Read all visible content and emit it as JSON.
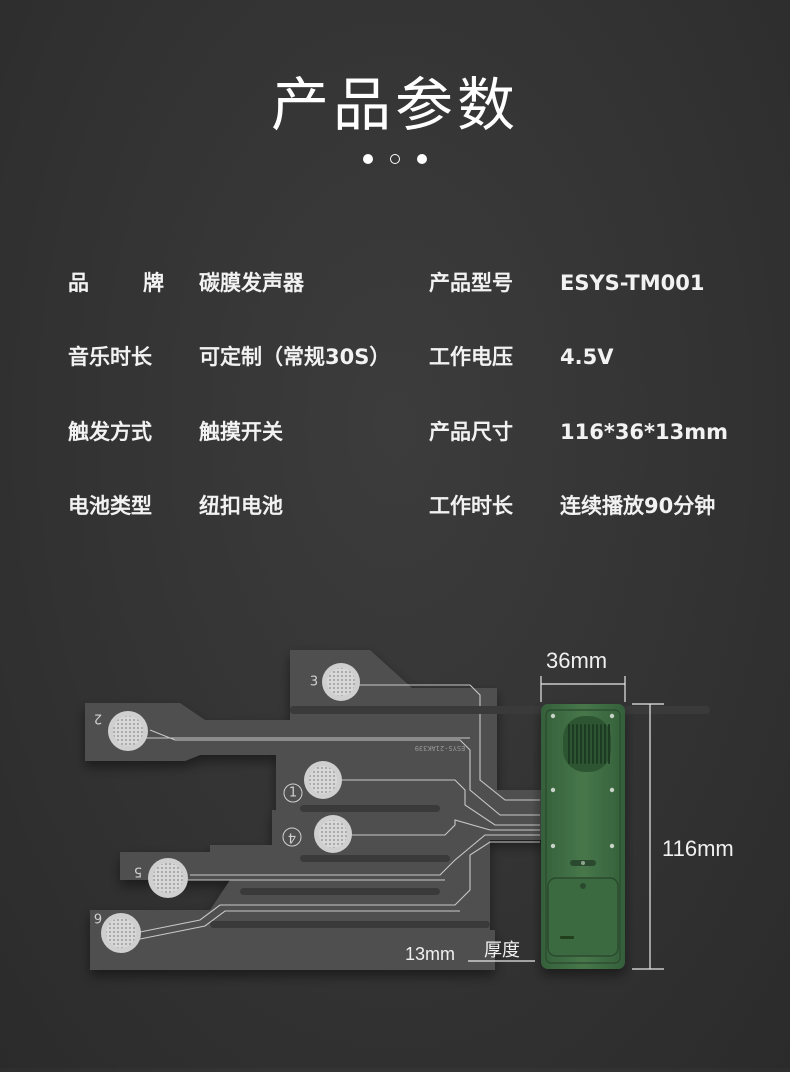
{
  "header": {
    "title": "产品参数",
    "dots": [
      "filled",
      "hollow",
      "filled"
    ]
  },
  "specs": [
    {
      "label_chars": [
        "品",
        "牌"
      ],
      "value": "碳膜发声器",
      "label2": "产品型号",
      "value2": "ESYS-TM001"
    },
    {
      "label": "音乐时长",
      "value": "可定制（常规30S）",
      "label2": "工作电压",
      "value2": "4.5V"
    },
    {
      "label": "触发方式",
      "value": "触摸开关",
      "label2": "产品尺寸",
      "value2": "116*36*13mm"
    },
    {
      "label": "电池类型",
      "value": "纽扣电池",
      "label2": "工作时长",
      "value2": "连续播放90分钟"
    }
  ],
  "illustration": {
    "width_label": "36mm",
    "height_label": "116mm",
    "thickness_label": "13mm",
    "thickness_caption": "厚度",
    "pcb_marking": "ESYS-21AK339",
    "pad_numbers": [
      "3",
      "2",
      "1",
      "4",
      "5",
      "6"
    ],
    "colors": {
      "flex_board": "#505050",
      "trace": "#c8c8c8",
      "device_body": "#3f6b3f",
      "dimension_line": "#e8e8e8"
    }
  }
}
